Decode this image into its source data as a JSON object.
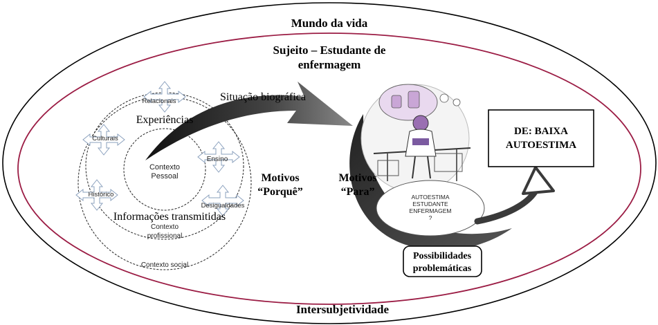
{
  "outer": {
    "title": "Mundo da vida",
    "bottom_label": "Intersubjetividade"
  },
  "subject": {
    "line1": "Sujeito – Estudante de",
    "line2": "enfermagem"
  },
  "biography": {
    "situacao": "Situação biográfica",
    "experiencias": "Experiências",
    "informacoes": "Informações transmitidas",
    "pessoal_line1": "Contexto",
    "pessoal_line2": "Pessoal",
    "profissional_line1": "Contexto",
    "profissional_line2": "profissional",
    "social": "Contexto social"
  },
  "arrows": {
    "relacionais": "Relacionais",
    "culturais": "Culturais",
    "ensino": "Ensino",
    "historico": "Histórico",
    "desigualdades": "Desigualdades"
  },
  "motives": {
    "porque_line1": "Motivos",
    "porque_line2": "“Porquê”",
    "para_line1": "Motivos",
    "para_line2": "“Para”"
  },
  "question": {
    "line1": "AUTOESTIMA",
    "line2": "ESTUDANTE",
    "line3": "ENFERMAGEM",
    "line4": "?"
  },
  "possibilities": {
    "line1": "Possibilidades",
    "line2": "problemáticas"
  },
  "diagnosis": {
    "line1": "DE: BAIXA",
    "line2": "AUTOESTIMA"
  },
  "colors": {
    "inner_ellipse": "#9b1c44",
    "arrow_fill": "#3a3a3a",
    "outline": "#000000"
  }
}
